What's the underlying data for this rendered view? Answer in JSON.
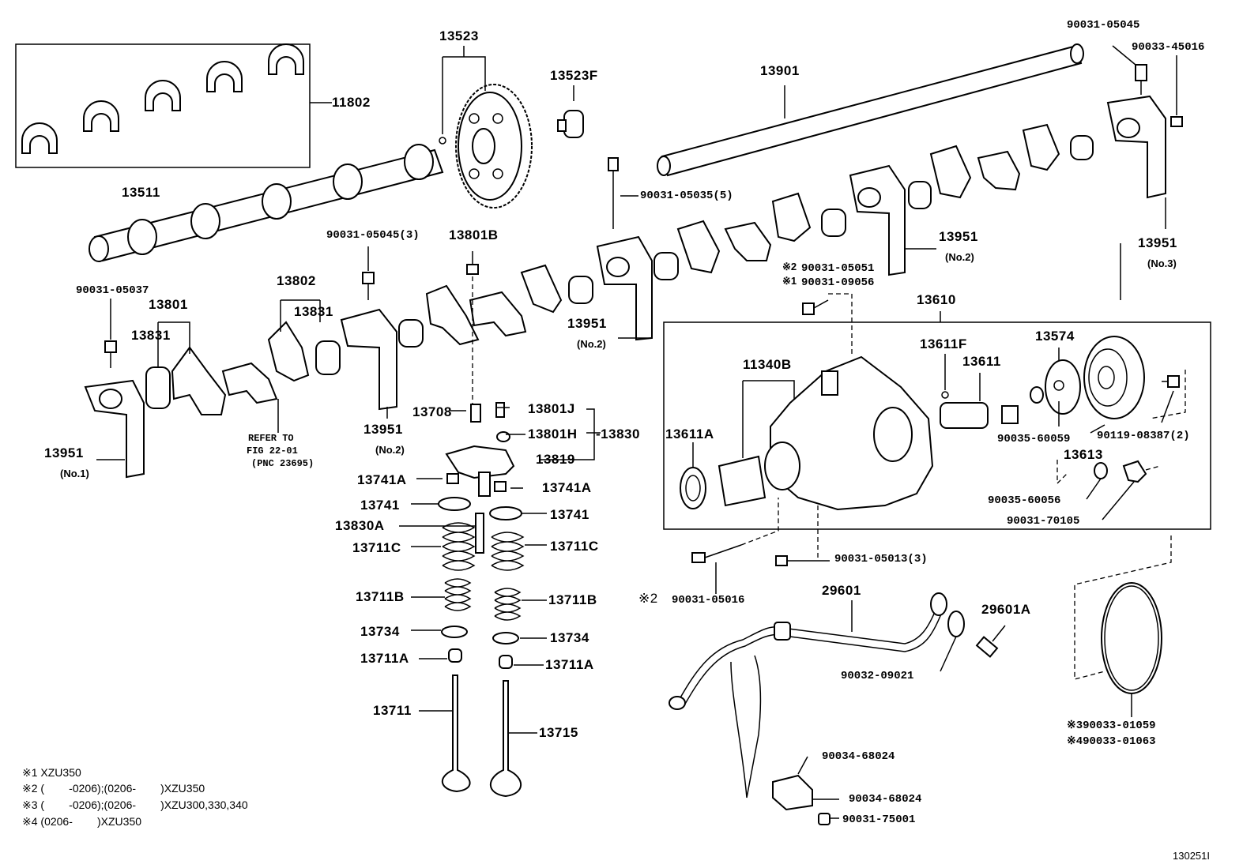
{
  "labels": {
    "p11802": "11802",
    "p13523": "13523",
    "p13523F": "13523F",
    "p13901": "13901",
    "p90031_05045": "90031-05045",
    "p90033_45016": "90033-45016",
    "p13511": "13511",
    "p90031_05035_5": "90031-05035(5)",
    "p90031_05045_3": "90031-05045(3)",
    "p13801B": "13801B",
    "p13802": "13802",
    "p90031_05037": "90031-05037",
    "p13801": "13801",
    "p13831_a": "13831",
    "p13831_b": "13831",
    "p13951_no1": "13951",
    "no1": "(No.1)",
    "refer_to": "REFER TO",
    "fig_22_01": "FIG 22-01",
    "pnc_23695": "(PNC 23695)",
    "p13951_mid": "13951",
    "no2_mid": "(No.2)",
    "p13708": "13708",
    "p13801J": "13801J",
    "p13801H": "13801H",
    "p13830": "-13830",
    "p13819": "13819",
    "p13951_c": "13951",
    "no2_c": "(No.2)",
    "p13951_r": "13951",
    "no2_r": "(No.2)",
    "p13951_no3": "13951",
    "no3": "(No.3)",
    "star2_a": "※2",
    "p90031_05051": "90031-05051",
    "star1_a": "※1",
    "p90031_09056": "90031-09056",
    "p13610": "13610",
    "p11340B": "11340B",
    "p13611F": "13611F",
    "p13611": "13611",
    "p13574": "13574",
    "p13611A": "13611A",
    "p90035_60059": "90035-60059",
    "p90119_08387_2": "90119-08387(2)",
    "p13613": "13613",
    "p90035_60056": "90035-60056",
    "p90031_70105": "90031-70105",
    "p90031_05013_3": "90031-05013(3)",
    "star2_b": "※2",
    "p90031_05016": "90031-05016",
    "p29601": "29601",
    "p29601A": "29601A",
    "p90032_09021": "90032-09021",
    "p90033_01059": "※390033-01059",
    "p90033_01063": "※490033-01063",
    "p90034_68024_a": "90034-68024",
    "p90034_68024_b": "90034-68024",
    "p90031_75001": "90031-75001",
    "p13741A_l": "13741A",
    "p13741A_r": "13741A",
    "p13741_l": "13741",
    "p13741_r": "13741",
    "p13830A": "13830A",
    "p13711C_l": "13711C",
    "p13711C_r": "13711C",
    "p13711B_l": "13711B",
    "p13711B_r": "13711B",
    "p13734_l": "13734",
    "p13734_r": "13734",
    "p13711A_l": "13711A",
    "p13711A_r": "13711A",
    "p13711": "13711",
    "p13715": "13715"
  },
  "notes": {
    "n1": "※1 XZU350",
    "n2": "※2 (        -0206);(0206-        )XZU350",
    "n3": "※3 (        -0206);(0206-        )XZU300,330,340",
    "n4": "※4 (0206-        )XZU350"
  },
  "figure_code": "130251I"
}
